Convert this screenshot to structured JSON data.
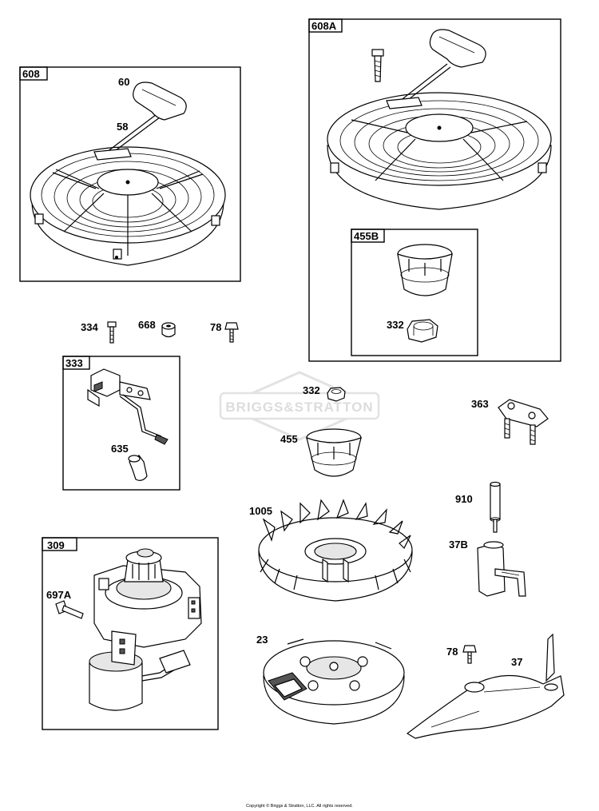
{
  "watermark": "BRIGGS&STRATTON",
  "copyright": "Copyright © Briggs & Stratton, LLC. All rights reserved.",
  "groups": {
    "g608": "608",
    "g608A": "608A",
    "g455B": "455B",
    "g333": "333",
    "g309": "309"
  },
  "parts": {
    "p60": "60",
    "p58": "58",
    "p334": "334",
    "p668": "668",
    "p78a": "78",
    "p332a": "332",
    "p635": "635",
    "p332b": "332",
    "p455": "455",
    "p363": "363",
    "p910": "910",
    "p1005": "1005",
    "p37B": "37B",
    "p697A": "697A",
    "p23": "23",
    "p78b": "78",
    "p37": "37"
  }
}
